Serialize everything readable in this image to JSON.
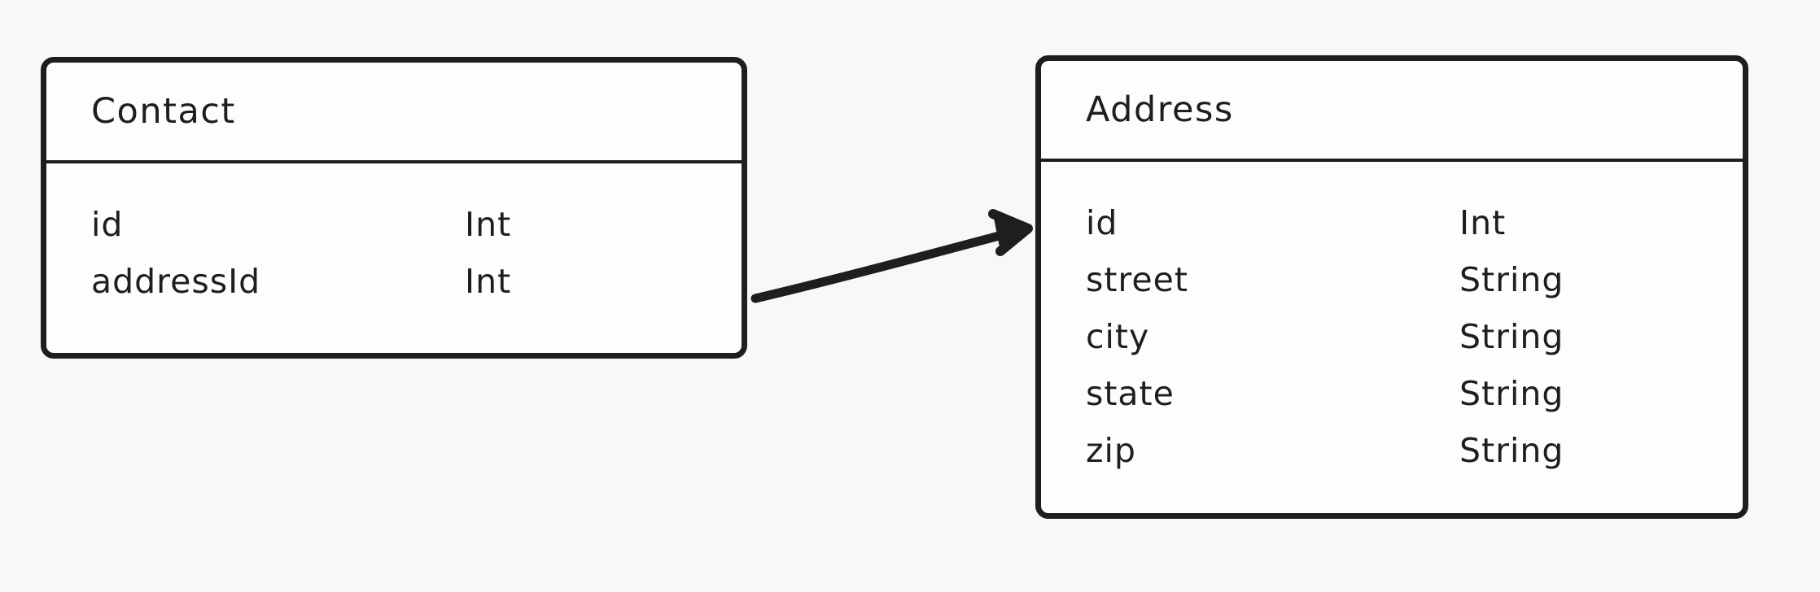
{
  "canvas": {
    "background": "#f7f8f9",
    "stroke_color": "#1e1e1e",
    "shape_fill": "#fdfdfd"
  },
  "entities": [
    {
      "title": "Contact",
      "fields": [
        {
          "name": "id",
          "type": "Int"
        },
        {
          "name": "addressId",
          "type": "Int"
        }
      ]
    },
    {
      "title": "Address",
      "fields": [
        {
          "name": "id",
          "type": "Int"
        },
        {
          "name": "street",
          "type": "String"
        },
        {
          "name": "city",
          "type": "String"
        },
        {
          "name": "state",
          "type": "String"
        },
        {
          "name": "zip",
          "type": "String"
        }
      ]
    }
  ],
  "relationship": {
    "from": "Contact",
    "to": "Address",
    "style": "arrow"
  }
}
